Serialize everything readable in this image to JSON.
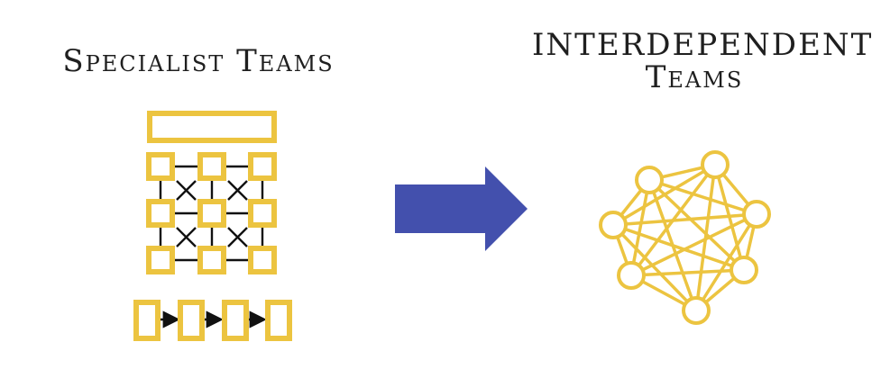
{
  "left_panel": {
    "title": "Specialist Teams"
  },
  "right_panel": {
    "title_line1": "INTERDEPENDENT",
    "title_line2": "Teams"
  },
  "colors": {
    "node": "#ecc440",
    "edge": "#111111",
    "arrow": "#4350ad",
    "text": "#1f1f1f"
  }
}
